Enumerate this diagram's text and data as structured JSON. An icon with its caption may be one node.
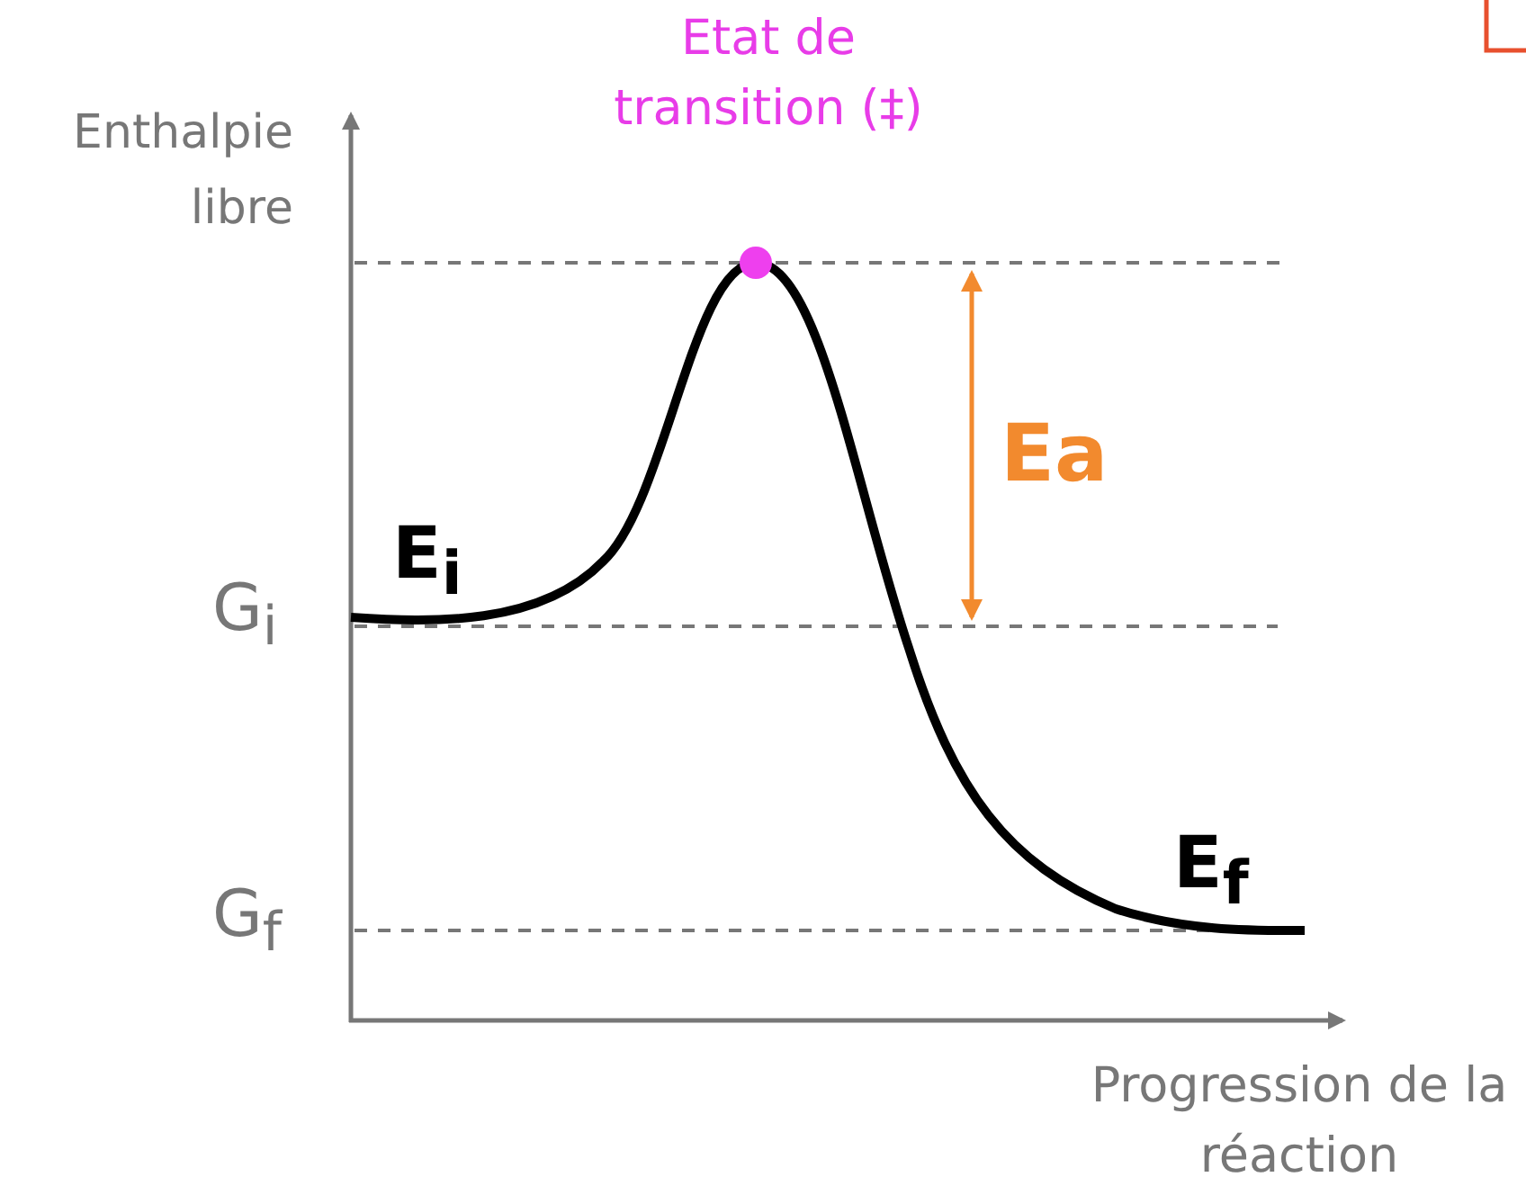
{
  "diagram": {
    "labels": [
      "Etat de transition (‡)",
      "Enthalpie libre",
      "Ea",
      "E$_{i}$",
      "G$_{i}$",
      "E$_{f}$",
      "G$_{f}$",
      "Progression de la réaction"
    ]
  }
}
